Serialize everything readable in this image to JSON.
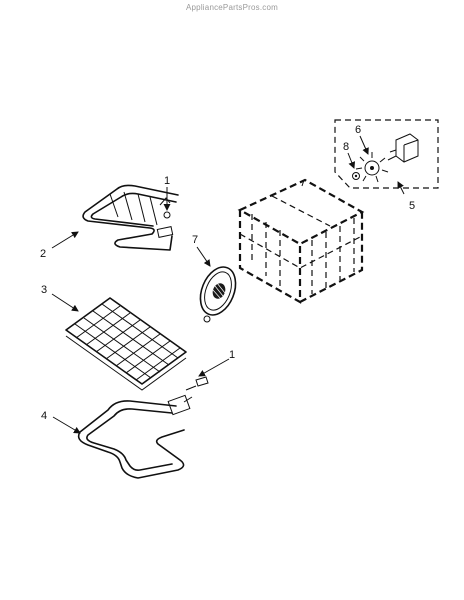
{
  "watermark": "AppliancePartsPros.com",
  "callouts": {
    "c1_top": "1",
    "c2": "2",
    "c3": "3",
    "c4": "4",
    "c5": "5",
    "c6": "6",
    "c7": "7",
    "c8": "8",
    "c1_lower": "1"
  }
}
